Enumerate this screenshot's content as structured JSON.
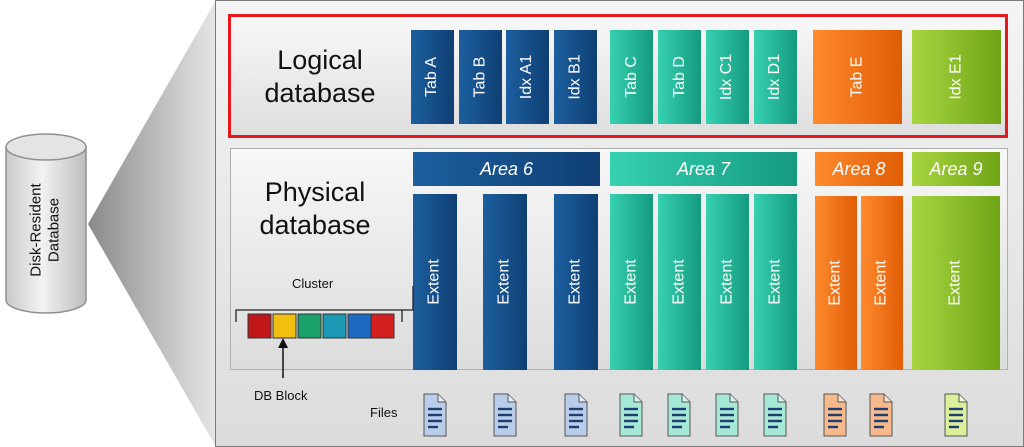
{
  "disk_label_line1": "Disk-Resident",
  "disk_label_line2": "Database",
  "logical": {
    "title_line1": "Logical",
    "title_line2": "database",
    "tables": [
      "Tab A",
      "Tab B",
      "Idx A1",
      "Idx B1",
      "Tab C",
      "Tab D",
      "Idx C1",
      "Idx D1",
      "Tab E",
      "Idx E1"
    ]
  },
  "physical": {
    "title_line1": "Physical",
    "title_line2": "database",
    "areas": [
      "Area 6",
      "Area 7",
      "Area 8",
      "Area 9"
    ],
    "extent_label": "Extent",
    "cluster_label": "Cluster",
    "db_block_label": "DB Block",
    "files_label": "Files"
  },
  "colors": {
    "blue": "#1a5a98",
    "teal": "#22b596",
    "orange": "#f26f12",
    "green": "#8cc02b",
    "highlight": "#e3191c"
  }
}
